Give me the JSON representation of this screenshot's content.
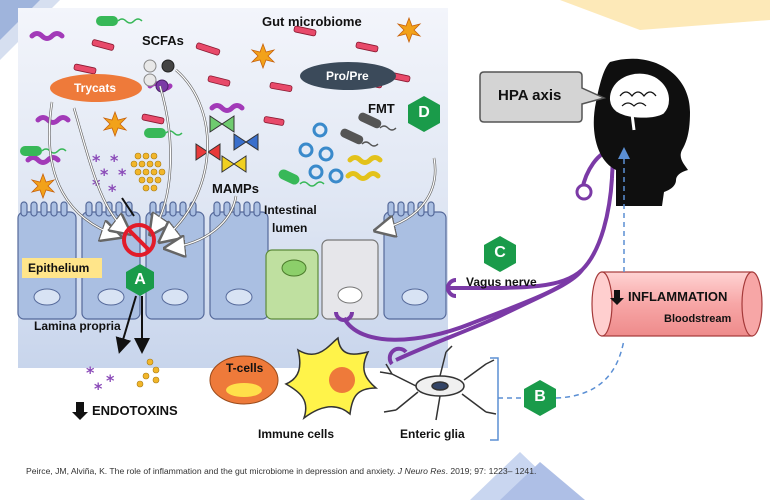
{
  "labels": {
    "gut_microbiome": "Gut microbiome",
    "scfas": "SCFAs",
    "trycats": "Trycats",
    "pro_pre": "Pro/Pre",
    "fmt": "FMT",
    "mamps": "MAMPs",
    "intestinal_lumen_1": "Intestinal",
    "intestinal_lumen_2": "lumen",
    "epithelium": "Epithelium",
    "lamina_propria": "Lamina propria",
    "endotoxins": "ENDOTOXINS",
    "hpa_axis": "HPA axis",
    "vagus_nerve": "Vagus nerve",
    "inflammation": "INFLAMMATION",
    "bloodstream": "Bloodstream",
    "t_cells": "T-cells",
    "immune_cells": "Immune cells",
    "enteric_glia": "Enteric glia"
  },
  "badges": {
    "a": "A",
    "b": "B",
    "c": "C",
    "d": "D"
  },
  "citation": {
    "authors": "Peirce, JM, Alviña, K. The role of inflammation and the gut microbiome in depression and anxiety. ",
    "journal": "J Neuro Res",
    "details": ". 2019; 97: 1223– 1241."
  },
  "colors": {
    "green_badge": "#1a9b4a",
    "purple_nerve": "#7b3aa6",
    "cell_blue": "#9fb6dd",
    "trycats_orange": "#ee7a3a",
    "pill_dark": "#3b4a5a",
    "blood_red": "#f08a8a",
    "dashed_blue": "#5b8fd4"
  }
}
